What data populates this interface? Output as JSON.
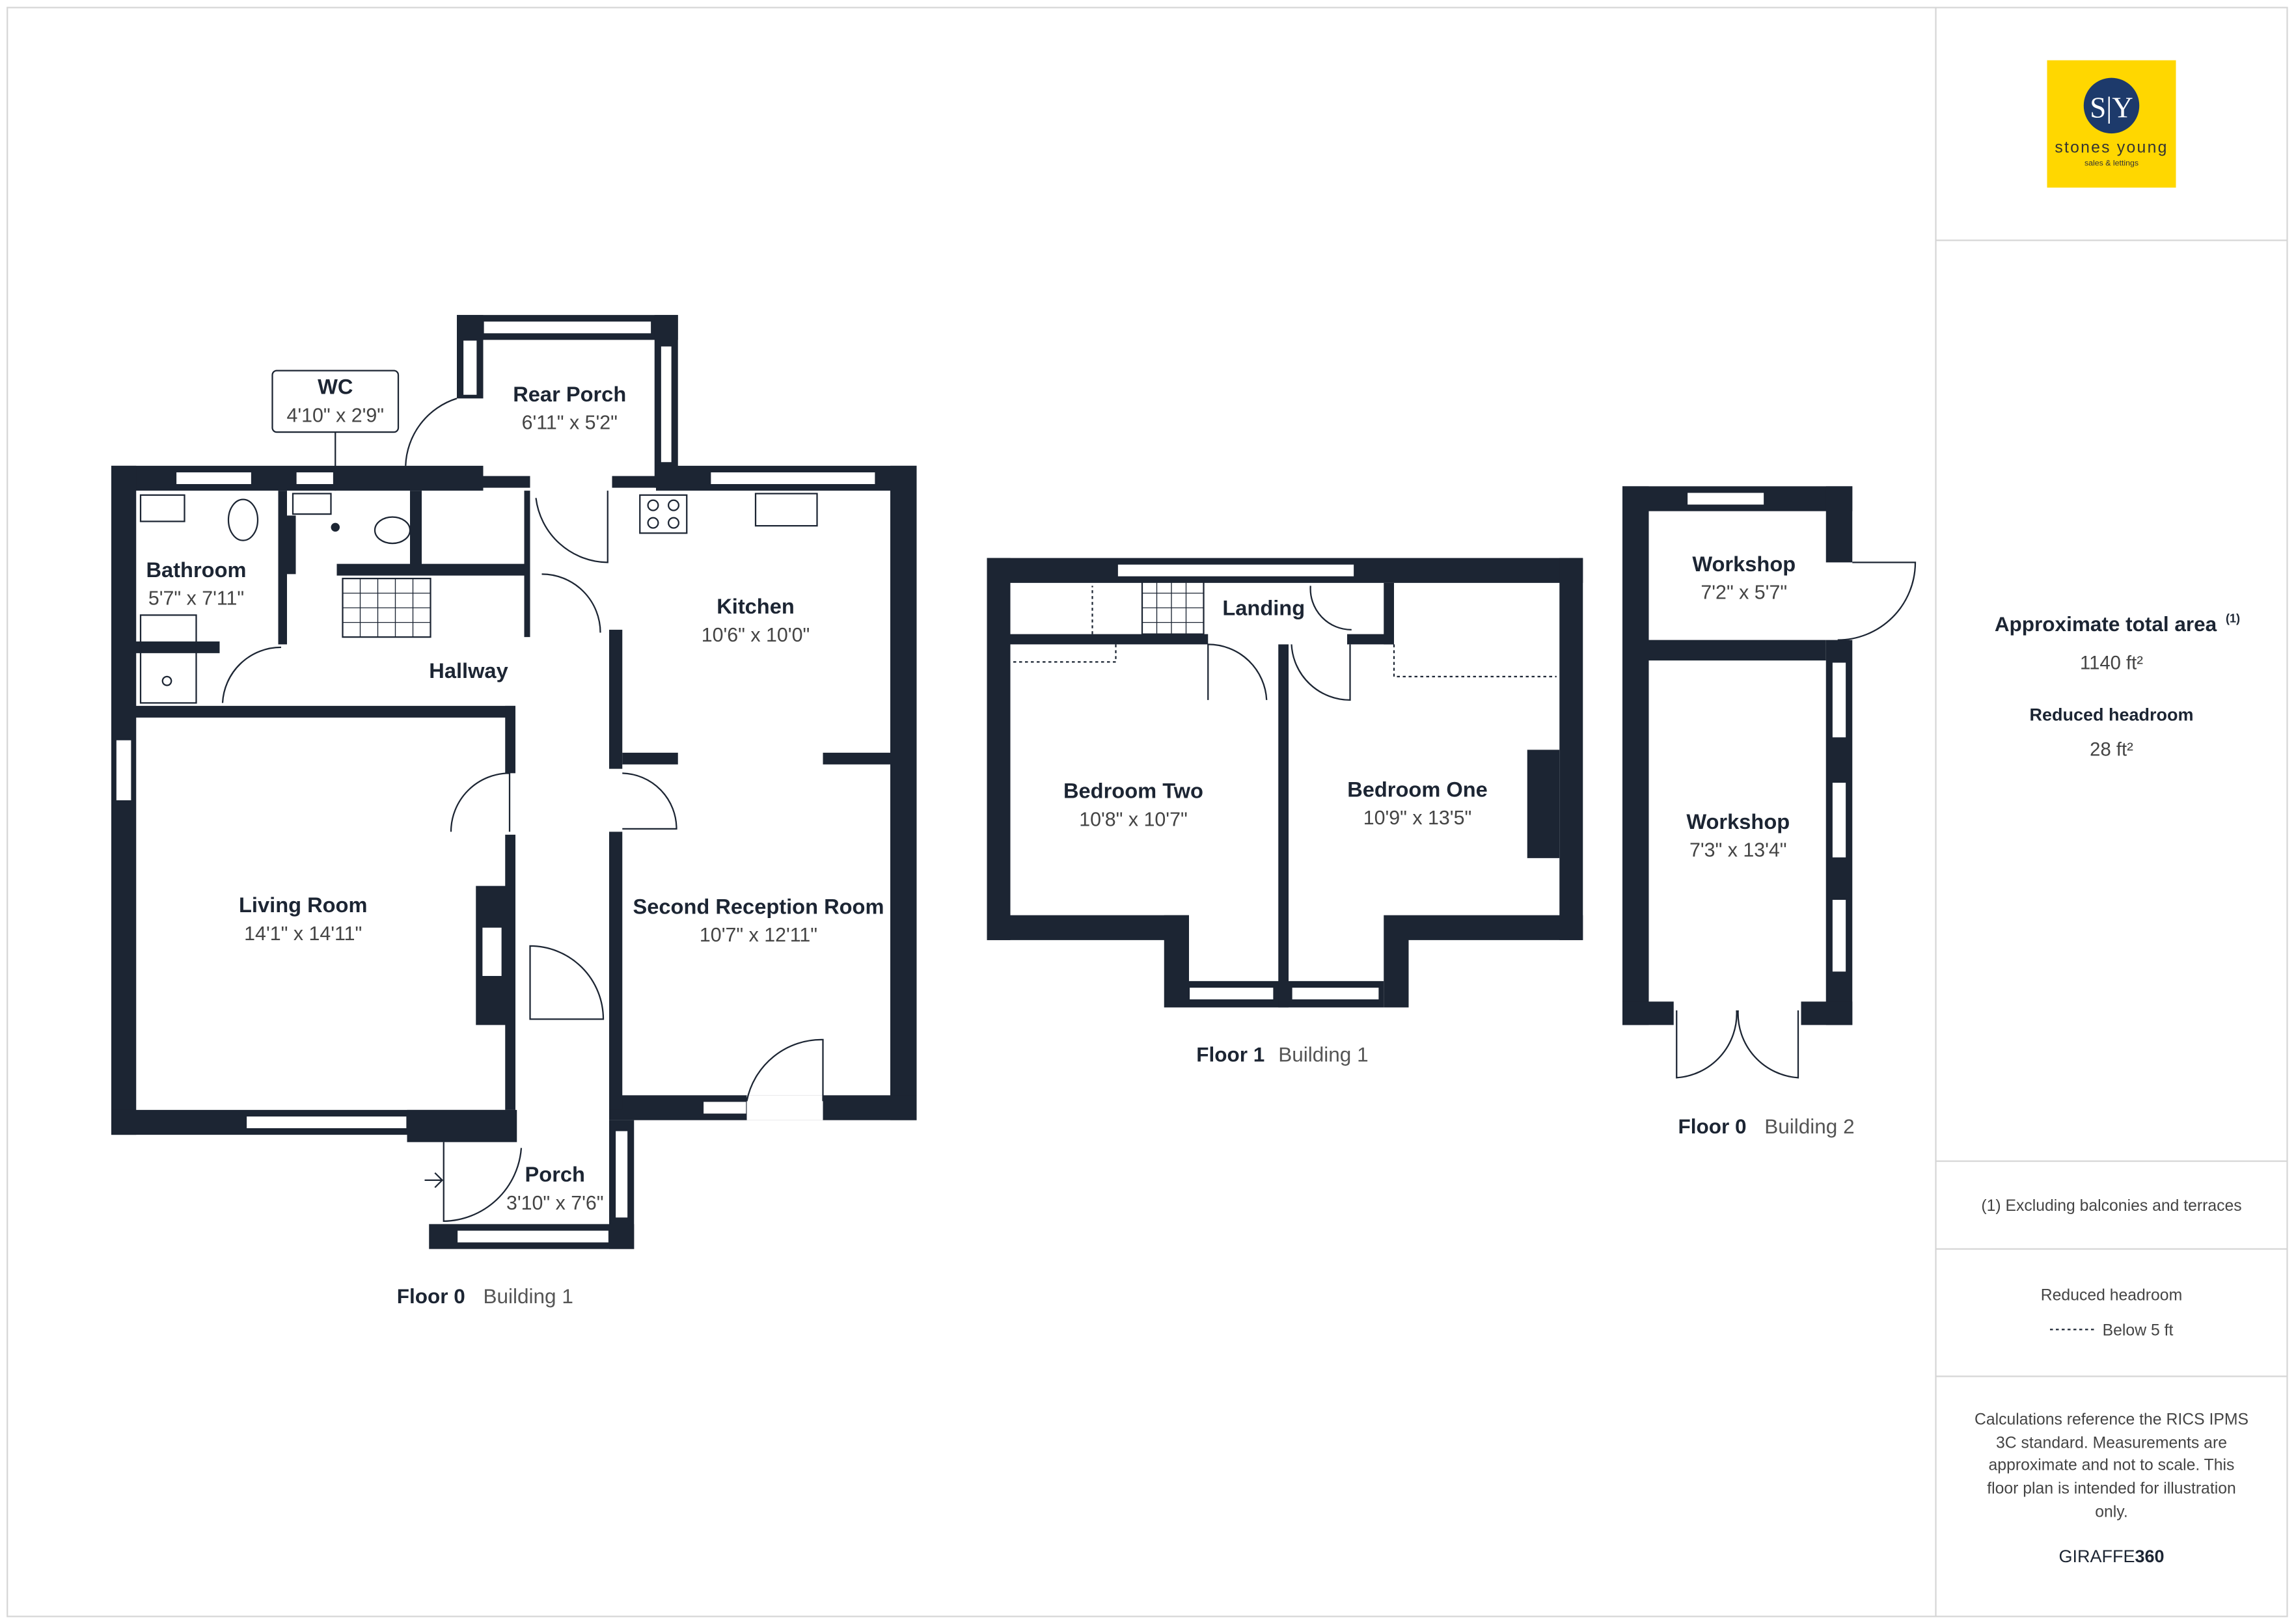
{
  "brand": {
    "logo_monogram": "S|Y",
    "logo_name": "stones young",
    "logo_tagline": "sales & lettings",
    "logo_bg": "#ffd700",
    "logo_circle": "#1d3a6b"
  },
  "floors": [
    {
      "floor": "Floor 0",
      "building": "Building 1",
      "rooms": [
        {
          "name": "WC",
          "dims": "4'10\" x 2'9\""
        },
        {
          "name": "Rear Porch",
          "dims": "6'11\" x 5'2\""
        },
        {
          "name": "Bathroom",
          "dims": "5'7\" x 7'11\""
        },
        {
          "name": "Kitchen",
          "dims": "10'6\" x 10'0\""
        },
        {
          "name": "Hallway",
          "dims": ""
        },
        {
          "name": "Living Room",
          "dims": "14'1\" x 14'11\""
        },
        {
          "name": "Second Reception Room",
          "dims": "10'7\" x 12'11\""
        },
        {
          "name": "Porch",
          "dims": "3'10\" x 7'6\""
        }
      ]
    },
    {
      "floor": "Floor 1",
      "building": "Building 1",
      "rooms": [
        {
          "name": "Landing",
          "dims": ""
        },
        {
          "name": "Bedroom Two",
          "dims": "10'8\" x 10'7\""
        },
        {
          "name": "Bedroom One",
          "dims": "10'9\" x 13'5\""
        }
      ]
    },
    {
      "floor": "Floor 0",
      "building": "Building 2",
      "rooms": [
        {
          "name": "Workshop",
          "dims": "7'2\" x 5'7\""
        },
        {
          "name": "Workshop",
          "dims": "7'3\" x 13'4\""
        }
      ]
    }
  ],
  "summary": {
    "total_label": "Approximate total area",
    "total_sup": "(1)",
    "total_value": "1140 ft²",
    "reduced_label": "Reduced headroom",
    "reduced_value": "28 ft²",
    "footnote": "(1) Excluding balconies and terraces",
    "legend_title": "Reduced headroom",
    "legend_item": "Below 5 ft",
    "disclaimer_lines": [
      "Calculations reference the RICS IPMS",
      "3C standard. Measurements are",
      "approximate and not to scale. This",
      "floor plan is intended for illustration",
      "only."
    ],
    "credit_a": "GIRAFFE",
    "credit_b": "360"
  },
  "colors": {
    "wall": "#1c2533"
  }
}
